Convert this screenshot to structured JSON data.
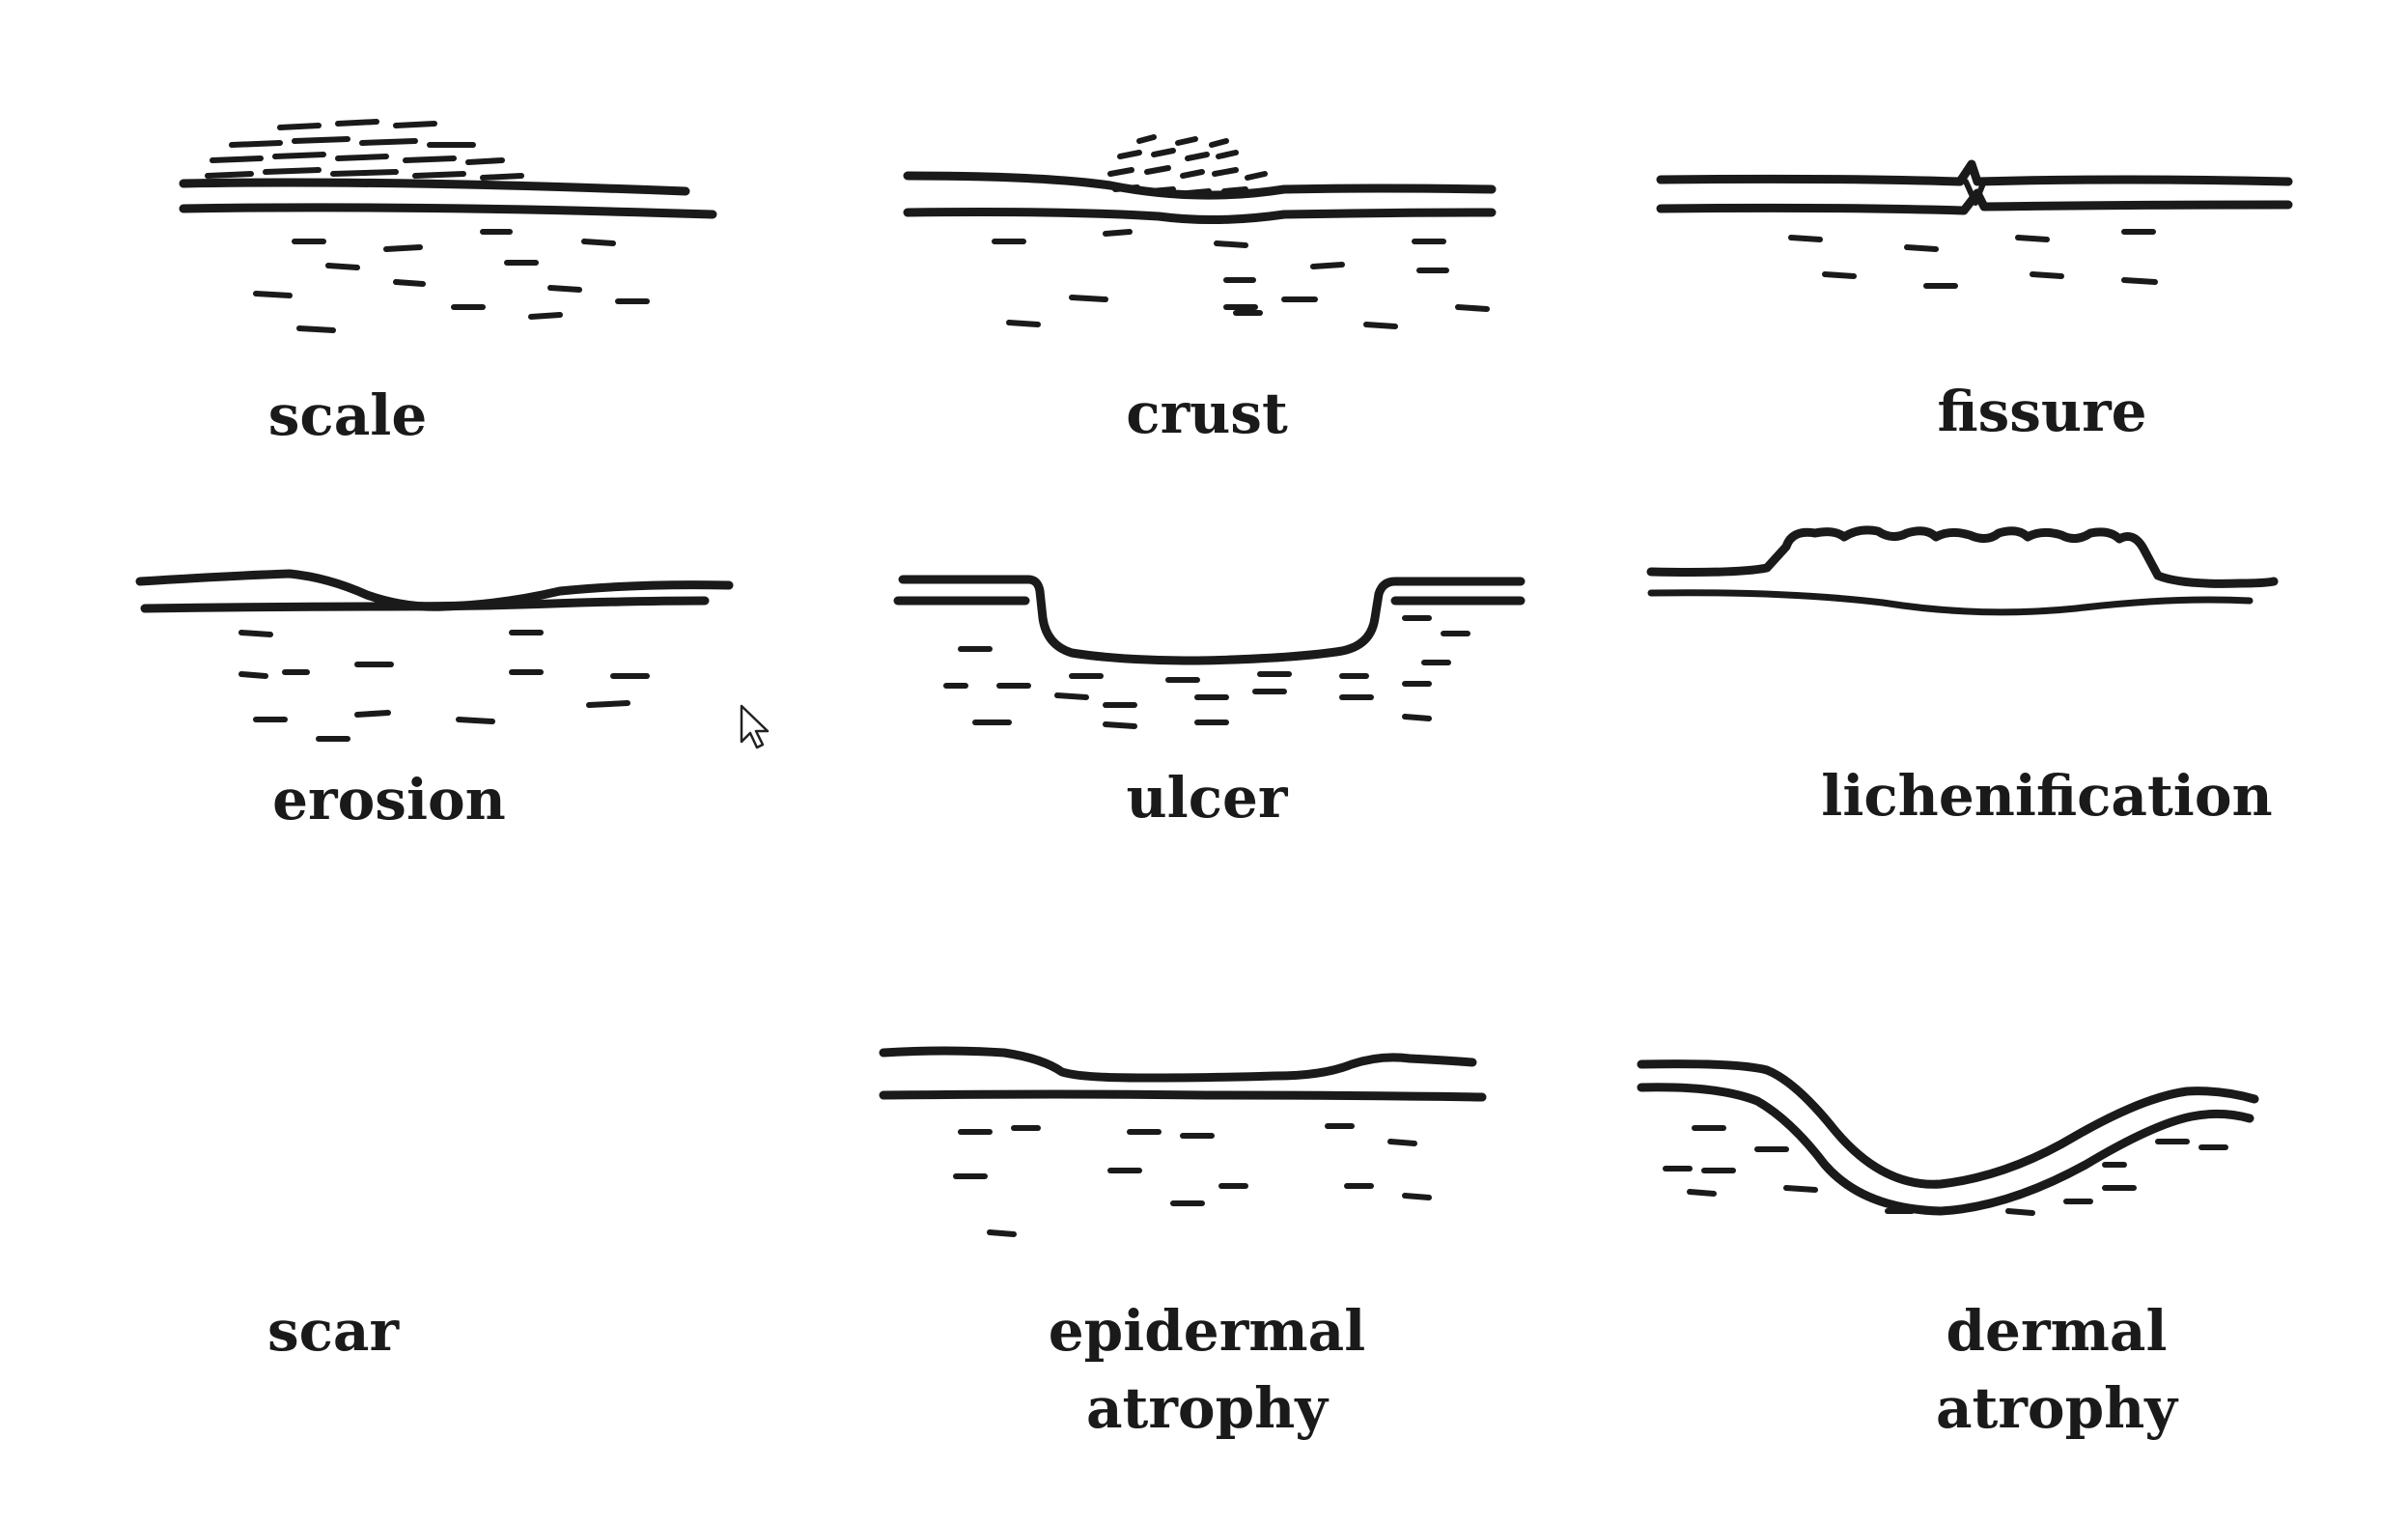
{
  "labels": {
    "scale": "scale",
    "crust": "crust",
    "fissure": "fissure",
    "erosion": "erosion",
    "ulcer": "ulcer",
    "lichenification": "lichenification",
    "scar": "scar",
    "epidermal_atrophy": [
      "epidermal",
      "atrophy"
    ],
    "dermal_atrophy": [
      "dermal",
      "atrophy"
    ]
  },
  "icons": {
    "cursor": "mouse-pointer-icon"
  },
  "colors": {
    "ink": "#1a1a1a",
    "background": "#ffffff"
  }
}
